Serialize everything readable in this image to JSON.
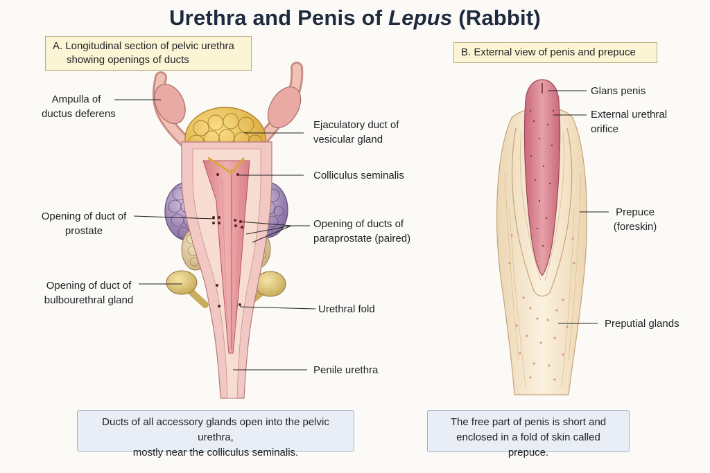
{
  "title": {
    "main": "Urethra and Penis of ",
    "genus": "Lepus",
    "suffix": " (Rabbit)"
  },
  "panels": {
    "a": {
      "line1": "A. Longitudinal section of pelvic urethra",
      "line2": "showing openings of ducts"
    },
    "b": "B. External view of penis and prepuce"
  },
  "labels_a": {
    "ampulla_1": "Ampulla of",
    "ampulla_2": "ductus deferens",
    "ejaculatory_1": "Ejaculatory duct of",
    "ejaculatory_2": "vesicular gland",
    "colliculus": "Colliculus seminalis",
    "prostate_1": "Opening of duct of",
    "prostate_2": "prostate",
    "paraprostate_1": "Opening of ducts of",
    "paraprostate_2": "paraprostate (paired)",
    "bulbo_1": "Opening of duct of",
    "bulbo_2": "bulbourethral gland",
    "urethral_fold": "Urethral fold",
    "penile_urethra": "Penile urethra"
  },
  "labels_b": {
    "glans": "Glans penis",
    "orifice_1": "External urethral",
    "orifice_2": "orifice",
    "prepuce_1": "Prepuce",
    "prepuce_2": "(foreskin)",
    "preputial": "Preputial glands"
  },
  "notes": {
    "a_1": "Ducts of all accessory glands open into the pelvic urethra,",
    "a_2": "mostly near the colliculus seminalis.",
    "b_1": "The free part of penis is short and",
    "b_2": "enclosed in a fold of skin called prepuce."
  },
  "colors": {
    "title": "#1e2a3e",
    "urethra": "#e59a9c",
    "vesicular_gland": "#f0c95a",
    "prostate": "#a98fbd",
    "paraprostate": "#e4cfa4",
    "bulbourethral": "#e3cc82",
    "prepuce": "#f5e6cc",
    "glans": "#d9848f"
  }
}
